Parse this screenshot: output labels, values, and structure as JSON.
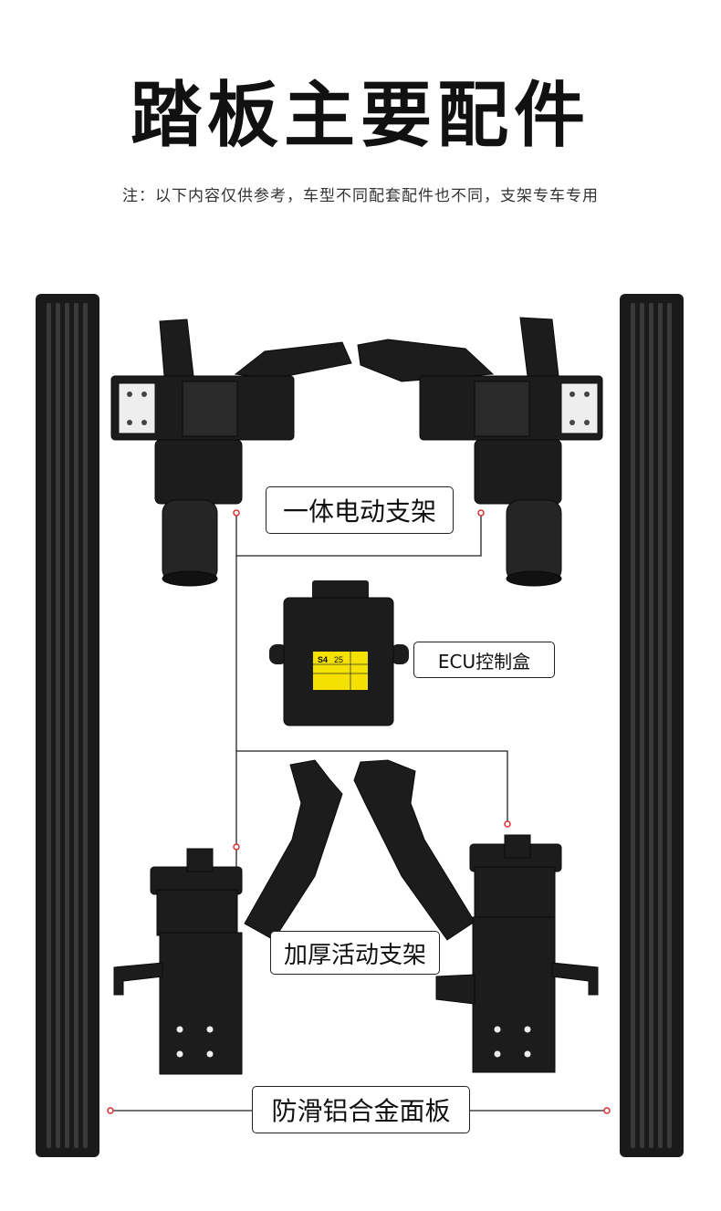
{
  "header": {
    "title": "踏板主要配件",
    "note": "注：以下内容仅供参考，车型不同配套配件也不同，支架专车专用"
  },
  "labels": {
    "motor_bracket": "一体电动支架",
    "ecu_box": "ECU控制盒",
    "active_bracket": "加厚活动支架",
    "aluminum_panel": "防滑铝合金面板"
  },
  "ecu_sticker": {
    "model": "S4",
    "number": "25"
  },
  "colors": {
    "part_black": "#1a1a1a",
    "sticker_yellow": "#f5e100",
    "leader_line": "#222222",
    "dot_red": "#d93030"
  }
}
